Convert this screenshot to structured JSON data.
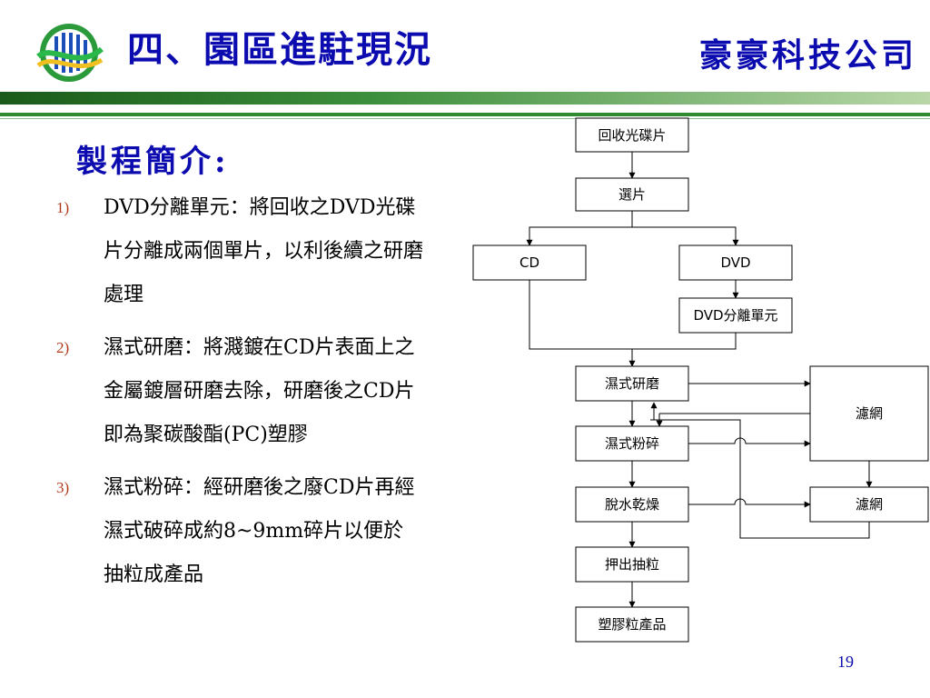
{
  "header": {
    "title": "四、園區進駐現況",
    "company": "豪豪科技公司"
  },
  "section": {
    "subtitle": "製程簡介:"
  },
  "items": [
    {
      "num": "1)",
      "text": "DVD分離單元：將回收之DVD光碟片分離成兩個單片，以利後續之研磨處理"
    },
    {
      "num": "2)",
      "text": "濕式研磨：將濺鍍在CD片表面上之金屬鍍層研磨去除，研磨後之CD片即為聚碳酸酯(PC)塑膠"
    },
    {
      "num": "3)",
      "text": "濕式粉碎：經研磨後之廢CD片再經濕式破碎成約8~9mm碎片以便於抽粒成產品"
    }
  ],
  "flowchart": {
    "recycle": "回收光碟片",
    "select": "選片",
    "cd": "CD",
    "dvd": "DVD",
    "dvd_unit": "DVD分離單元",
    "grind": "濕式研磨",
    "crush": "濕式粉碎",
    "dewater": "脫水乾燥",
    "extrude": "押出抽粒",
    "product": "塑膠粒產品",
    "filter1": "濾網",
    "filter2": "濾網"
  },
  "page": {
    "number": "19"
  },
  "colors": {
    "title": "#0b0bb0",
    "accent_green": "#2f8a2f",
    "number_red": "#b13a1b"
  }
}
